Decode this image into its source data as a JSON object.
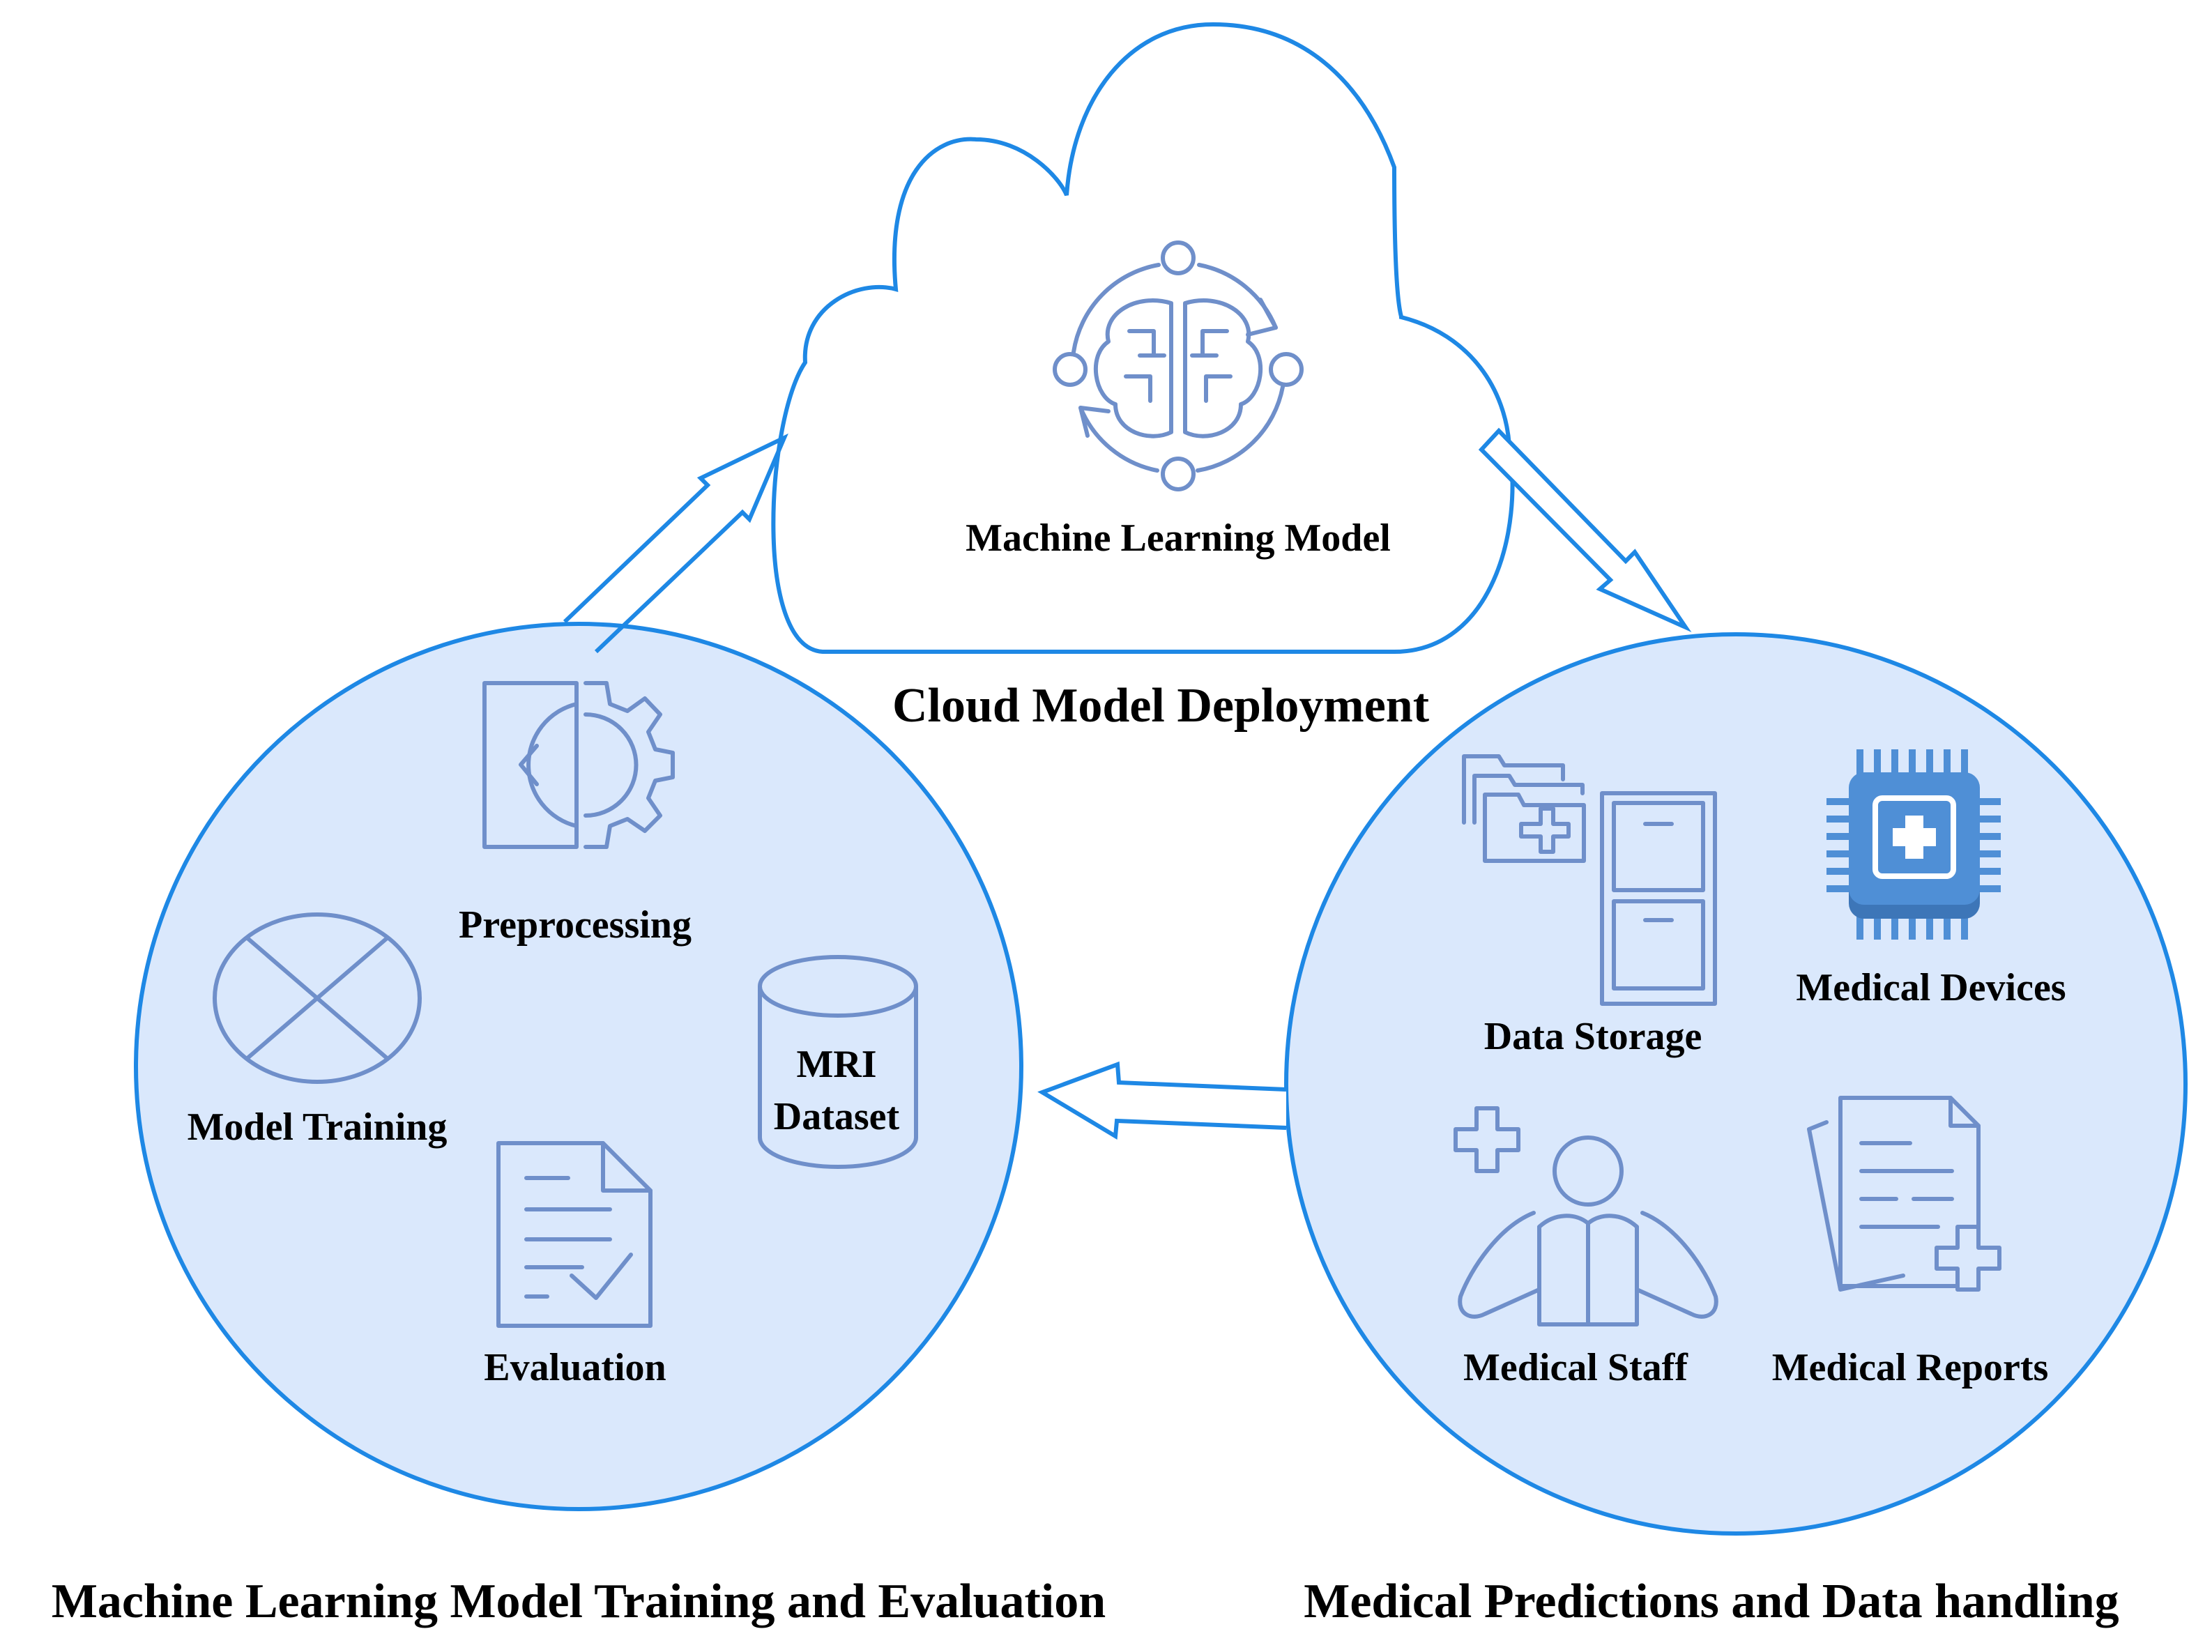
{
  "cloud": {
    "model_label": "Machine Learning Model",
    "title": "Cloud Model Deployment",
    "icon": "brain-ai-icon"
  },
  "left_circle": {
    "caption": "Machine Learning Model Training and Evaluation",
    "items": {
      "preprocessing": {
        "label": "Preprocessing",
        "icon": "code-gear-icon"
      },
      "model_training": {
        "label": "Model Training",
        "icon": "crossed-ellipse-icon"
      },
      "mri_dataset_line1": "MRI",
      "mri_dataset_line2": "Dataset",
      "evaluation": {
        "label": "Evaluation",
        "icon": "checked-document-icon"
      }
    }
  },
  "right_circle": {
    "caption": "Medical Predictions and Data handling",
    "items": {
      "data_storage": {
        "label": "Data Storage",
        "icon": "file-cabinet-icon"
      },
      "medical_devices": {
        "label": "Medical Devices",
        "icon": "medical-chip-icon"
      },
      "medical_staff": {
        "label": "Medical Staff",
        "icon": "medical-staff-icon"
      },
      "medical_reports": {
        "label": "Medical Reports",
        "icon": "medical-report-icon"
      }
    }
  },
  "colors": {
    "circle_fill": "#dae8fc",
    "outline": "#1e88e5",
    "icon": "#6f8fca",
    "chip": "#4f8fd6"
  }
}
